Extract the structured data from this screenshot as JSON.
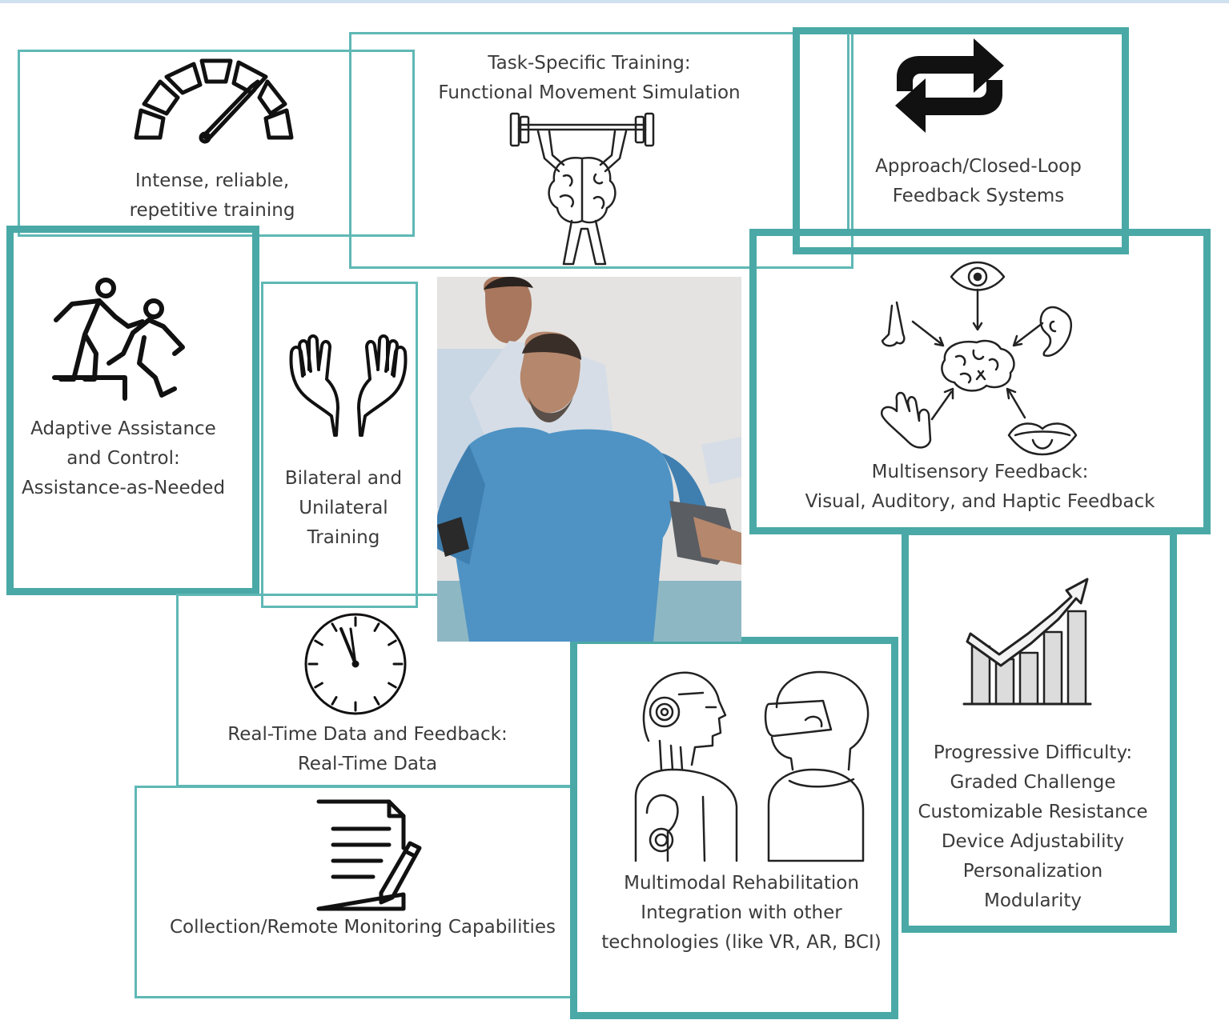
{
  "accent": "#4aa9a6",
  "cards": {
    "intense": {
      "label": "Intense, reliable,\nrepetitive training",
      "icon": "speedometer-icon"
    },
    "task": {
      "label": "Task-Specific Training:\nFunctional Movement Simulation",
      "icon": "brain-lifting-barbell-icon"
    },
    "closed_loop": {
      "label": "Approach/Closed-Loop\nFeedback Systems",
      "icon": "repeat-arrows-icon"
    },
    "adaptive": {
      "label": "Adaptive Assistance\nand Control:\nAssistance-as-Needed",
      "icon": "helping-climb-icon"
    },
    "bilateral": {
      "label": "Bilateral and\nUnilateral\nTraining",
      "icon": "open-hands-icon"
    },
    "multisensory": {
      "label": "Multisensory Feedback:\nVisual, Auditory, and  Haptic Feedback",
      "icon": "senses-brain-icon"
    },
    "realtime": {
      "label": "Real-Time Data and Feedback:\nReal-Time Data",
      "icon": "clock-icon"
    },
    "collection": {
      "label": "Collection/Remote Monitoring Capabilities",
      "icon": "document-pen-icon"
    },
    "multimodal": {
      "label": "Multimodal Rehabilitation\nIntegration with other\ntechnologies (like VR, AR, BCI)",
      "icon": "robot-vr-icon"
    },
    "progressive": {
      "label": "Progressive Difficulty:\nGraded Challenge\nCustomizable Resistance\nDevice Adjustability\nPersonalization\nModularity",
      "icon": "growth-chart-icon"
    }
  }
}
